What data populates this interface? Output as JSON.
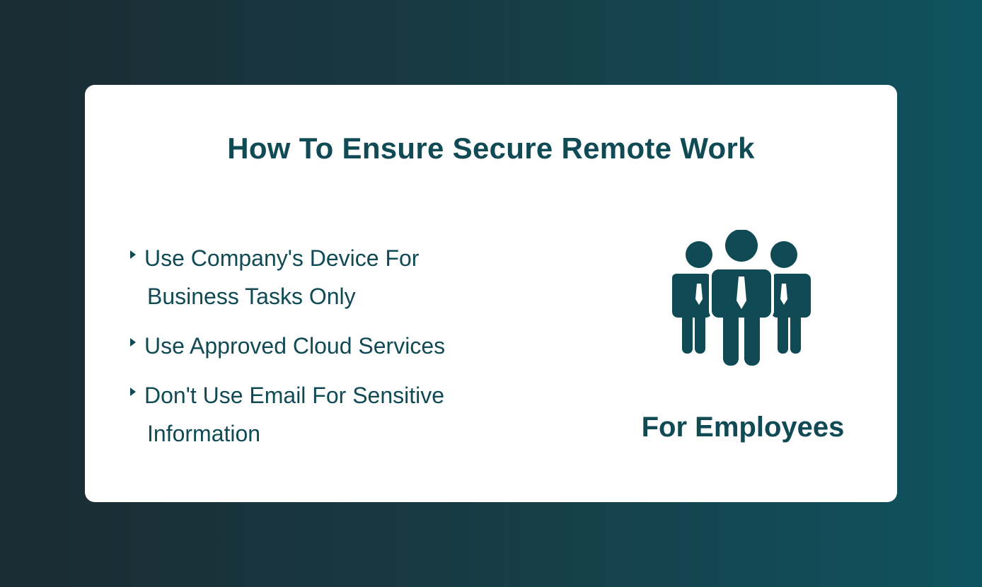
{
  "background": {
    "gradient_start": "#1a2b32",
    "gradient_end": "#0f5360"
  },
  "card": {
    "title": "How To Ensure Secure Remote Work",
    "items": [
      {
        "line1": "Use Company's Device For",
        "line2": "Business Tasks Only"
      },
      {
        "line1": "Use Approved Cloud Services",
        "line2": ""
      },
      {
        "line1": "Don't Use Email For Sensitive",
        "line2": "Information"
      }
    ],
    "icon": "employees-group-icon",
    "caption": "For Employees",
    "accent_color": "#0f4a55"
  }
}
